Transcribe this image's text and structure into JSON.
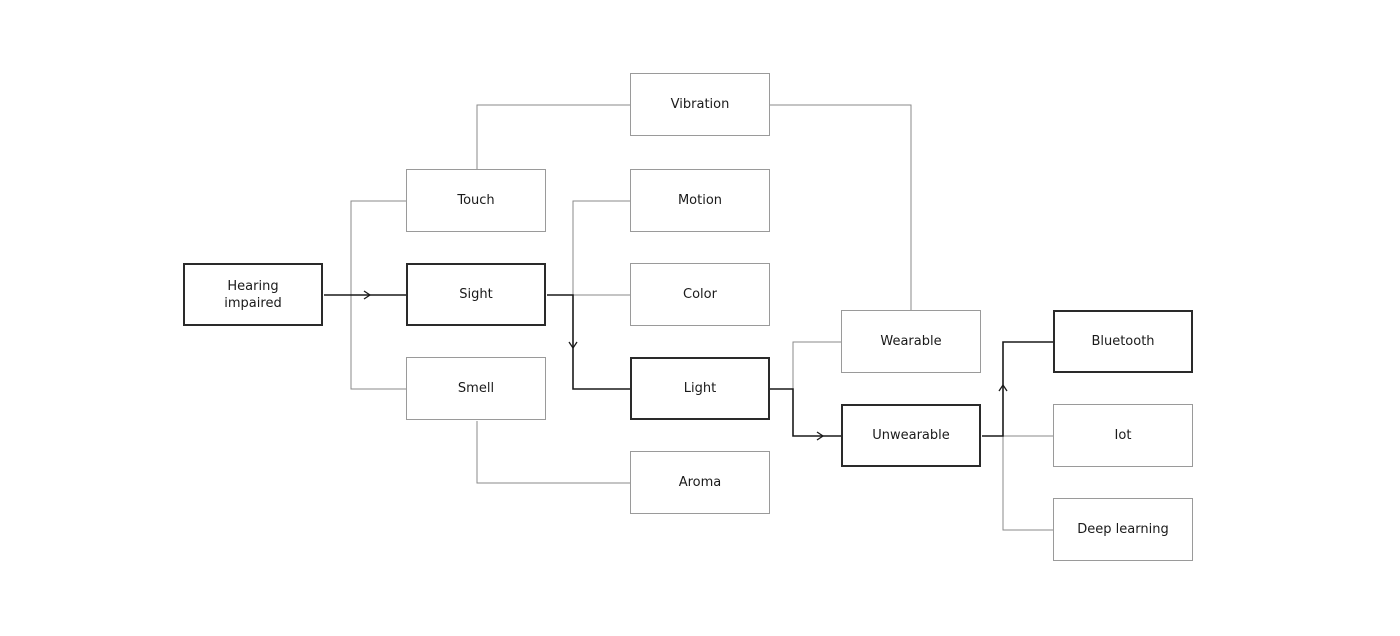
{
  "nodes": {
    "hearing_impaired": "Hearing\nimpaired",
    "touch": "Touch",
    "sight": "Sight",
    "smell": "Smell",
    "vibration": "Vibration",
    "motion": "Motion",
    "color": "Color",
    "light": "Light",
    "aroma": "Aroma",
    "wearable": "Wearable",
    "unwearable": "Unwearable",
    "bluetooth": "Bluetooth",
    "iot": "Iot",
    "deep_learning": "Deep learning"
  },
  "highlighted_path": [
    "Hearing impaired",
    "Sight",
    "Light",
    "Unwearable",
    "Bluetooth"
  ],
  "colors": {
    "highlight_stroke": "#1a1a1a",
    "normal_stroke": "#8a8a8a",
    "text": "#1a1a1a"
  }
}
